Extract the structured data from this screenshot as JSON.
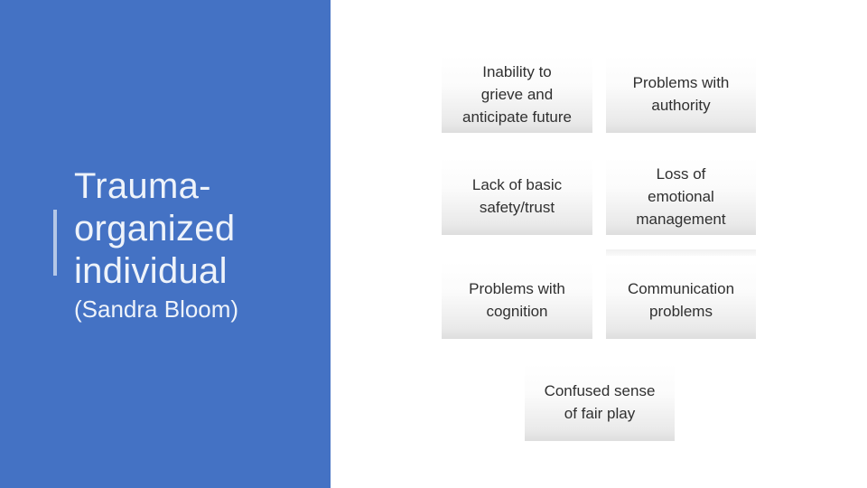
{
  "slide": {
    "panel": {
      "title_lines": [
        "Trauma-",
        "organized",
        "individual"
      ],
      "subtitle": "(Sandra Bloom)",
      "background_color": "#4472c4",
      "accent_bar_color": "#b4c7e7",
      "text_color": "#eef3fa"
    },
    "boxes": [
      {
        "lines": [
          "Inability to",
          "grieve and",
          "anticipate future"
        ]
      },
      {
        "lines": [
          "Problems with",
          "authority"
        ]
      },
      {
        "lines": [
          "Lack of basic",
          "safety/trust"
        ]
      },
      {
        "lines": [
          "Loss of",
          "emotional",
          "management"
        ]
      },
      {
        "lines": [
          "Problems with",
          "cognition"
        ]
      },
      {
        "lines": [
          "Communication",
          "problems"
        ]
      },
      {
        "lines": [
          "Confused sense",
          "of fair play"
        ]
      }
    ],
    "box_text_color": "#303030",
    "box_gradient_top": "#ffffff",
    "box_gradient_bottom": "#dedede"
  }
}
